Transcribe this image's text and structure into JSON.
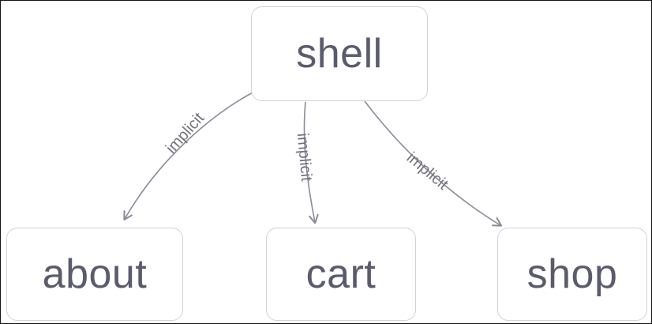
{
  "diagram": {
    "type": "dependency-graph",
    "nodes": [
      {
        "id": "shell",
        "label": "shell"
      },
      {
        "id": "about",
        "label": "about"
      },
      {
        "id": "cart",
        "label": "cart"
      },
      {
        "id": "shop",
        "label": "shop"
      }
    ],
    "edges": [
      {
        "from": "shell",
        "to": "about",
        "label": "implicit"
      },
      {
        "from": "shell",
        "to": "cart",
        "label": "implicit"
      },
      {
        "from": "shell",
        "to": "shop",
        "label": "implicit"
      }
    ],
    "colors": {
      "background": "#ffffff",
      "node_background": "#ffffff",
      "node_border": "#d2d2da",
      "node_text": "#5b5b6e",
      "edge_stroke": "#8c8c99",
      "edge_label_text": "#73737f"
    }
  }
}
